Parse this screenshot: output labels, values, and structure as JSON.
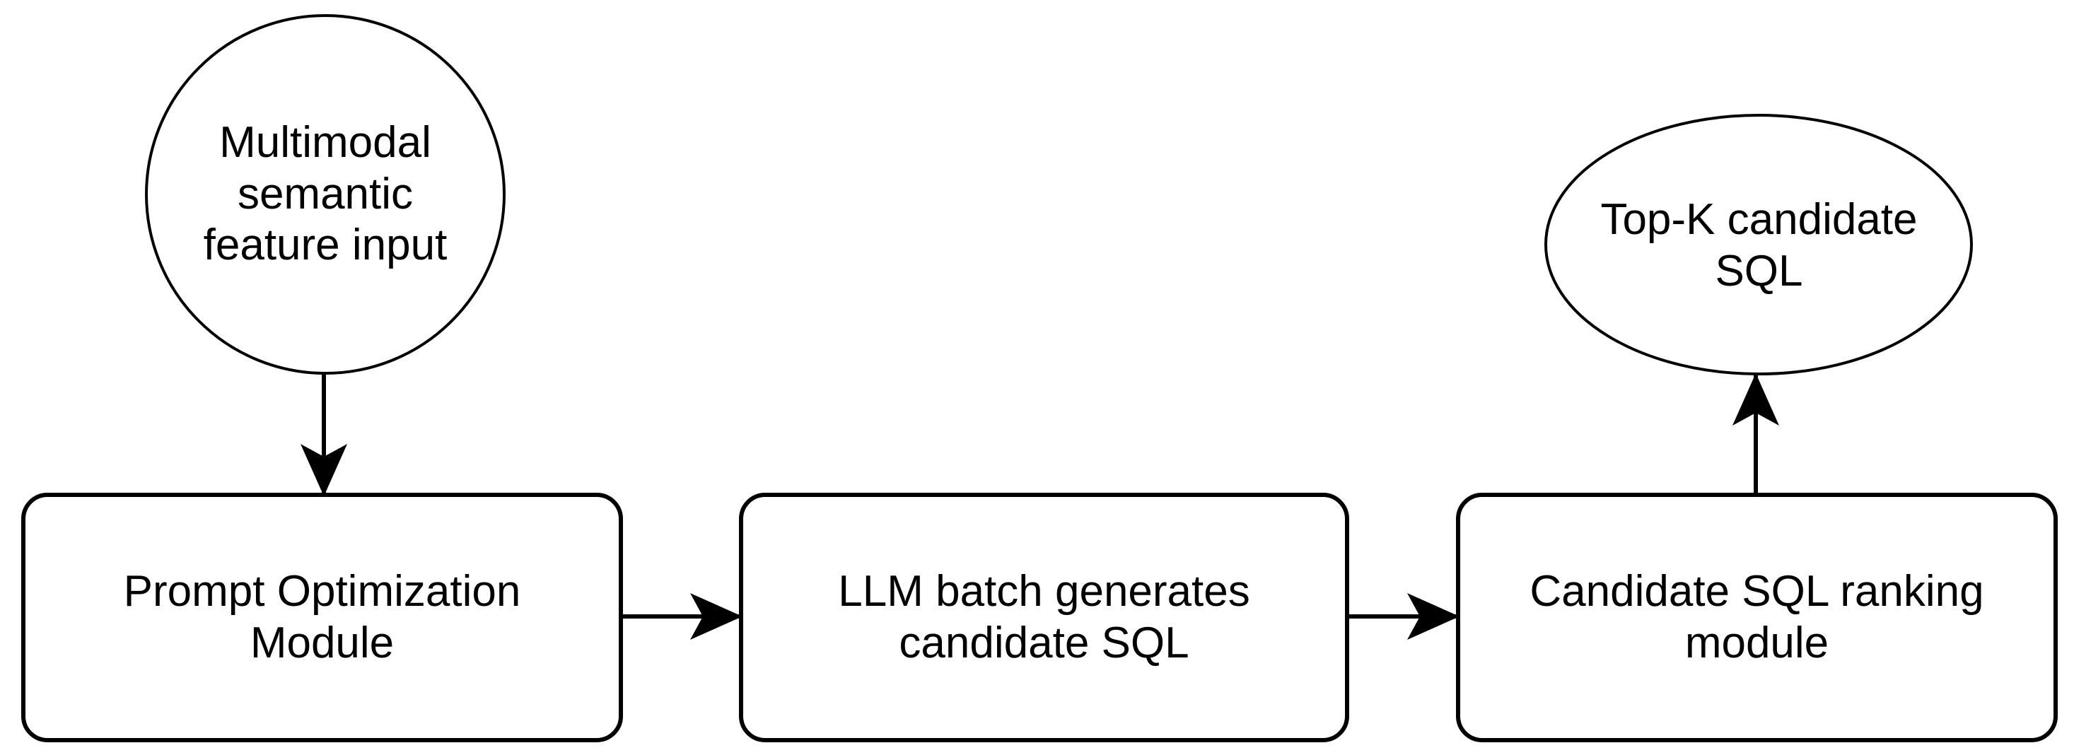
{
  "diagram": {
    "background_color": "#ffffff",
    "stroke_color": "#000000",
    "nodes": {
      "input_circle": {
        "shape": "circle",
        "label": "Multimodal\nsemantic\nfeature input"
      },
      "output_ellipse": {
        "shape": "ellipse",
        "label": "Top-K candidate\nSQL"
      },
      "box_prompt": {
        "shape": "rounded-rectangle",
        "label": "Prompt Optimization\nModule"
      },
      "box_llm": {
        "shape": "rounded-rectangle",
        "label": "LLM batch generates\ncandidate SQL"
      },
      "box_ranking": {
        "shape": "rounded-rectangle",
        "label": "Candidate SQL ranking\nmodule"
      }
    },
    "edges": [
      {
        "name": "input-to-prompt",
        "from": "input_circle",
        "to": "box_prompt",
        "direction": "down",
        "label": ""
      },
      {
        "name": "prompt-to-llm",
        "from": "box_prompt",
        "to": "box_llm",
        "direction": "right",
        "label": ""
      },
      {
        "name": "llm-to-ranking",
        "from": "box_llm",
        "to": "box_ranking",
        "direction": "right",
        "label": ""
      },
      {
        "name": "ranking-to-output",
        "from": "box_ranking",
        "to": "output_ellipse",
        "direction": "up",
        "label": ""
      }
    ]
  }
}
